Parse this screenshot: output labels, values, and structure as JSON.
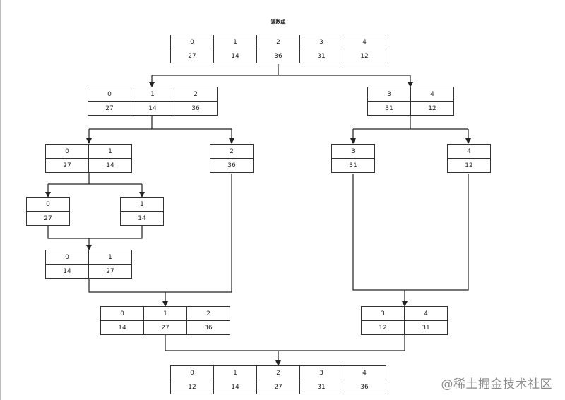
{
  "title": "源数组",
  "watermark": "@稀土掘金技术社区",
  "arrays": {
    "root": {
      "idx": [
        "0",
        "1",
        "2",
        "3",
        "4"
      ],
      "val": [
        "27",
        "14",
        "36",
        "31",
        "12"
      ]
    },
    "l1_left": {
      "idx": [
        "0",
        "1",
        "2"
      ],
      "val": [
        "27",
        "14",
        "36"
      ]
    },
    "l1_right": {
      "idx": [
        "3",
        "4"
      ],
      "val": [
        "31",
        "12"
      ]
    },
    "l2_a": {
      "idx": [
        "0",
        "1"
      ],
      "val": [
        "27",
        "14"
      ]
    },
    "l2_b": {
      "idx": [
        "2"
      ],
      "val": [
        "36"
      ]
    },
    "l2_c": {
      "idx": [
        "3"
      ],
      "val": [
        "31"
      ]
    },
    "l2_d": {
      "idx": [
        "4"
      ],
      "val": [
        "12"
      ]
    },
    "l3_a": {
      "idx": [
        "0"
      ],
      "val": [
        "27"
      ]
    },
    "l3_b": {
      "idx": [
        "1"
      ],
      "val": [
        "14"
      ]
    },
    "merge_ab": {
      "idx": [
        "0",
        "1"
      ],
      "val": [
        "14",
        "27"
      ]
    },
    "merge_left": {
      "idx": [
        "0",
        "1",
        "2"
      ],
      "val": [
        "14",
        "27",
        "36"
      ]
    },
    "merge_right": {
      "idx": [
        "3",
        "4"
      ],
      "val": [
        "12",
        "31"
      ]
    },
    "result": {
      "idx": [
        "0",
        "1",
        "2",
        "3",
        "4"
      ],
      "val": [
        "12",
        "14",
        "27",
        "31",
        "36"
      ]
    }
  }
}
